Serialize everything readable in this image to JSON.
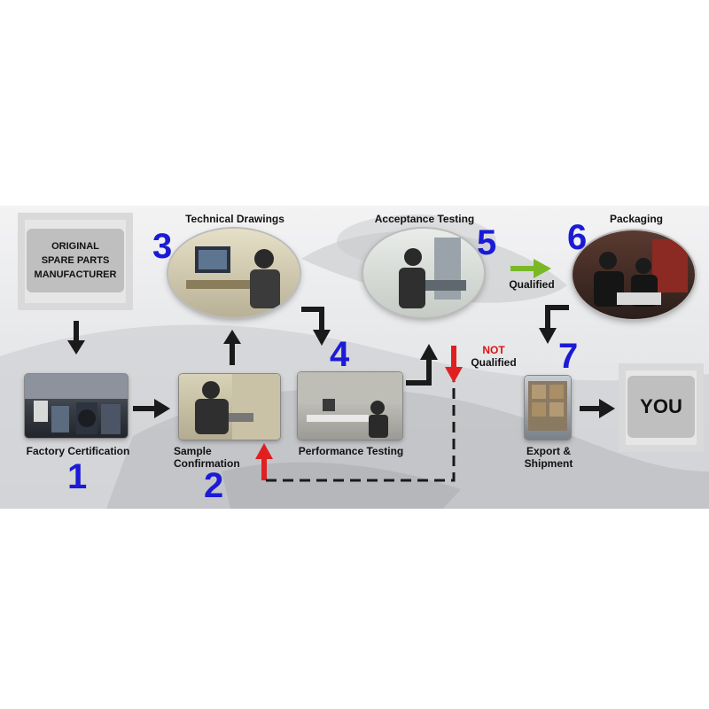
{
  "manufacturer_box": {
    "text": "ORIGINAL SPARE PARTS MANUFACTURER",
    "line1": "ORIGINAL",
    "line2": "SPARE PARTS",
    "line3": "MANUFACTURER"
  },
  "steps": [
    {
      "number": "1",
      "label": "Factory Certification"
    },
    {
      "number": "2",
      "label_line1": "Sample",
      "label_line2": "Confirmation"
    },
    {
      "number": "3",
      "label": "Technical  Drawings"
    },
    {
      "number": "4",
      "label": "Performance Testing"
    },
    {
      "number": "5",
      "label": "Acceptance Testing"
    },
    {
      "number": "6",
      "label": "Packaging"
    },
    {
      "number": "7",
      "label_line1": "Export &",
      "label_line2": "Shipment"
    }
  ],
  "qualified_label": "Qualified",
  "not_qualified": {
    "line1": "NOT",
    "line2": "Qualified"
  },
  "you_box": {
    "text": "YOU"
  },
  "colors": {
    "step_number": "#1b1bd6",
    "not_label": "#e01010",
    "red_arrow": "#e02020",
    "green_arrow": "#7ab828",
    "arrow": "#1a1a1a",
    "box_gray": "#bfbfbf"
  }
}
